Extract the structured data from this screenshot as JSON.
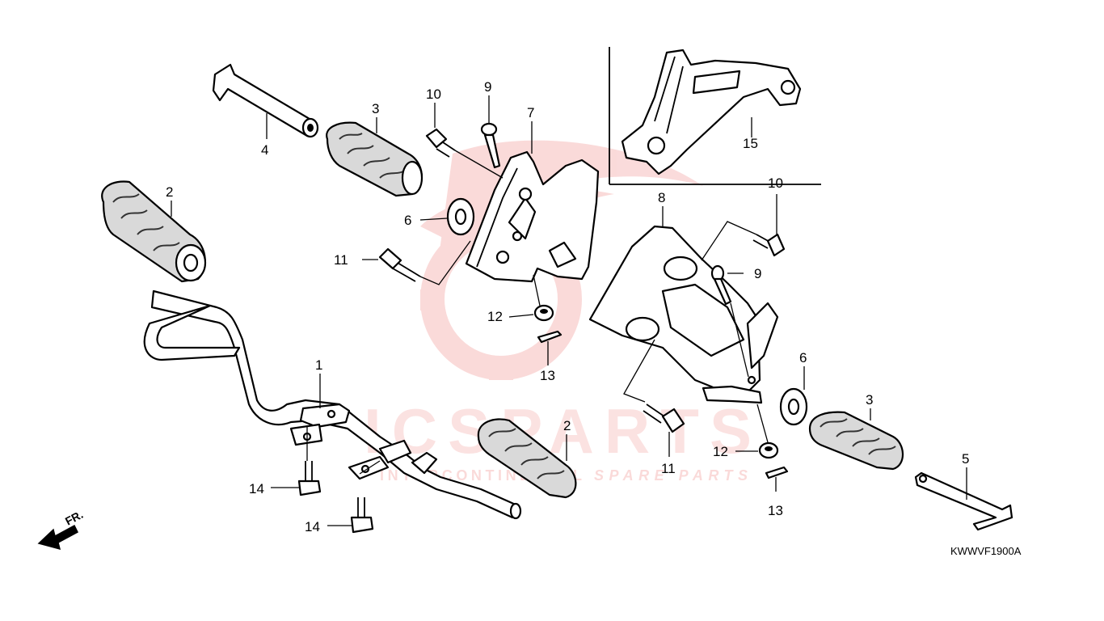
{
  "watermark": {
    "brand": "ICSPARTS",
    "tagline_part1": "INTERCONTINENTAL",
    "tagline_part2": "SPARE PARTS",
    "color": "#e53935"
  },
  "diagram_code": "KWWVF1900A",
  "front_marker": "FR.",
  "callouts": {
    "c1": "1",
    "c2a": "2",
    "c2b": "2",
    "c3a": "3",
    "c3b": "3",
    "c4": "4",
    "c5": "5",
    "c6a": "6",
    "c6b": "6",
    "c7": "7",
    "c8": "8",
    "c9a": "9",
    "c9b": "9",
    "c10a": "10",
    "c10b": "10",
    "c11a": "11",
    "c11b": "11",
    "c12a": "12",
    "c12b": "12",
    "c13a": "13",
    "c13b": "13",
    "c14a": "14",
    "c14b": "14",
    "c15": "15"
  }
}
